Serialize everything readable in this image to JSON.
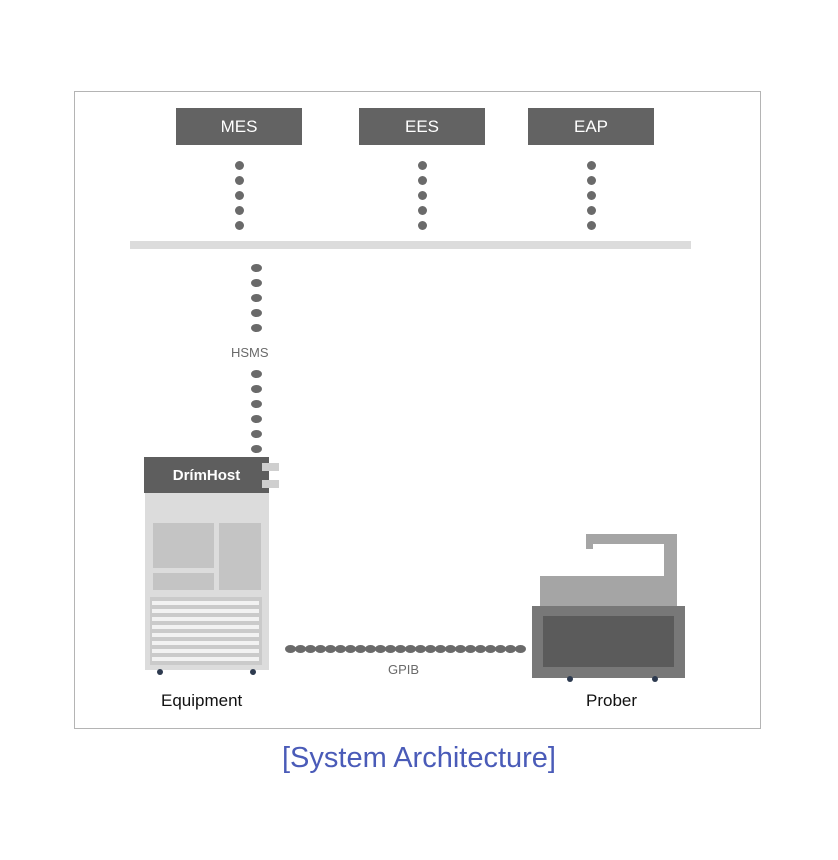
{
  "systems": {
    "mes": "MES",
    "ees": "EES",
    "eap": "EAP"
  },
  "links": {
    "hsms": "HSMS",
    "gpib": "GPIB"
  },
  "host_label": "DrímHost",
  "devices": {
    "equipment": "Equipment",
    "prober": "Prober"
  },
  "caption": "[System Architecture]",
  "colors": {
    "box": "#636363",
    "bus": "#dcdcdc",
    "dots": "#6a6a6a",
    "title": "#4a5bb8"
  }
}
